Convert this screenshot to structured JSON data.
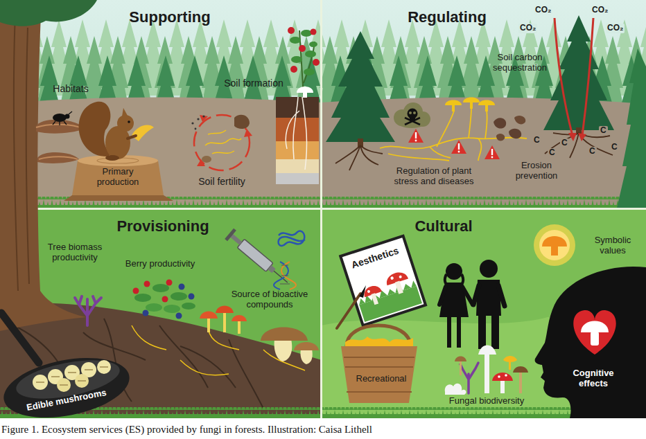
{
  "diagram": {
    "caption": "Figure 1. Ecosystem services (ES) provided by fungi in forests. Illustration: Caisa Lithell",
    "nodes": [
      {
        "text": [
          "Supporting",
          "Habitats",
          "Primary production",
          "Soil fertility",
          "Soil formation"
        ]
      },
      {
        "text": [
          "Regulating",
          "Soil carbon sequestration",
          "Regulation of plant stress and diseases",
          "Erosion prevention"
        ]
      },
      {
        "text": [
          "Provisioning",
          "Tree biomass productivity",
          "Berry productivity",
          "Source of bioactive compounds",
          "Edible mushrooms"
        ]
      },
      {
        "text": [
          "Cultural",
          "Aesthetics",
          "Symbolic values",
          "Recreational",
          "Fungal biodiversity",
          "Cognitive effects"
        ]
      }
    ],
    "labels": [
      "CO₂",
      "CO₂",
      "CO₂",
      "CO₂",
      "C",
      "C",
      "C",
      "C",
      "C",
      "C"
    ]
  }
}
